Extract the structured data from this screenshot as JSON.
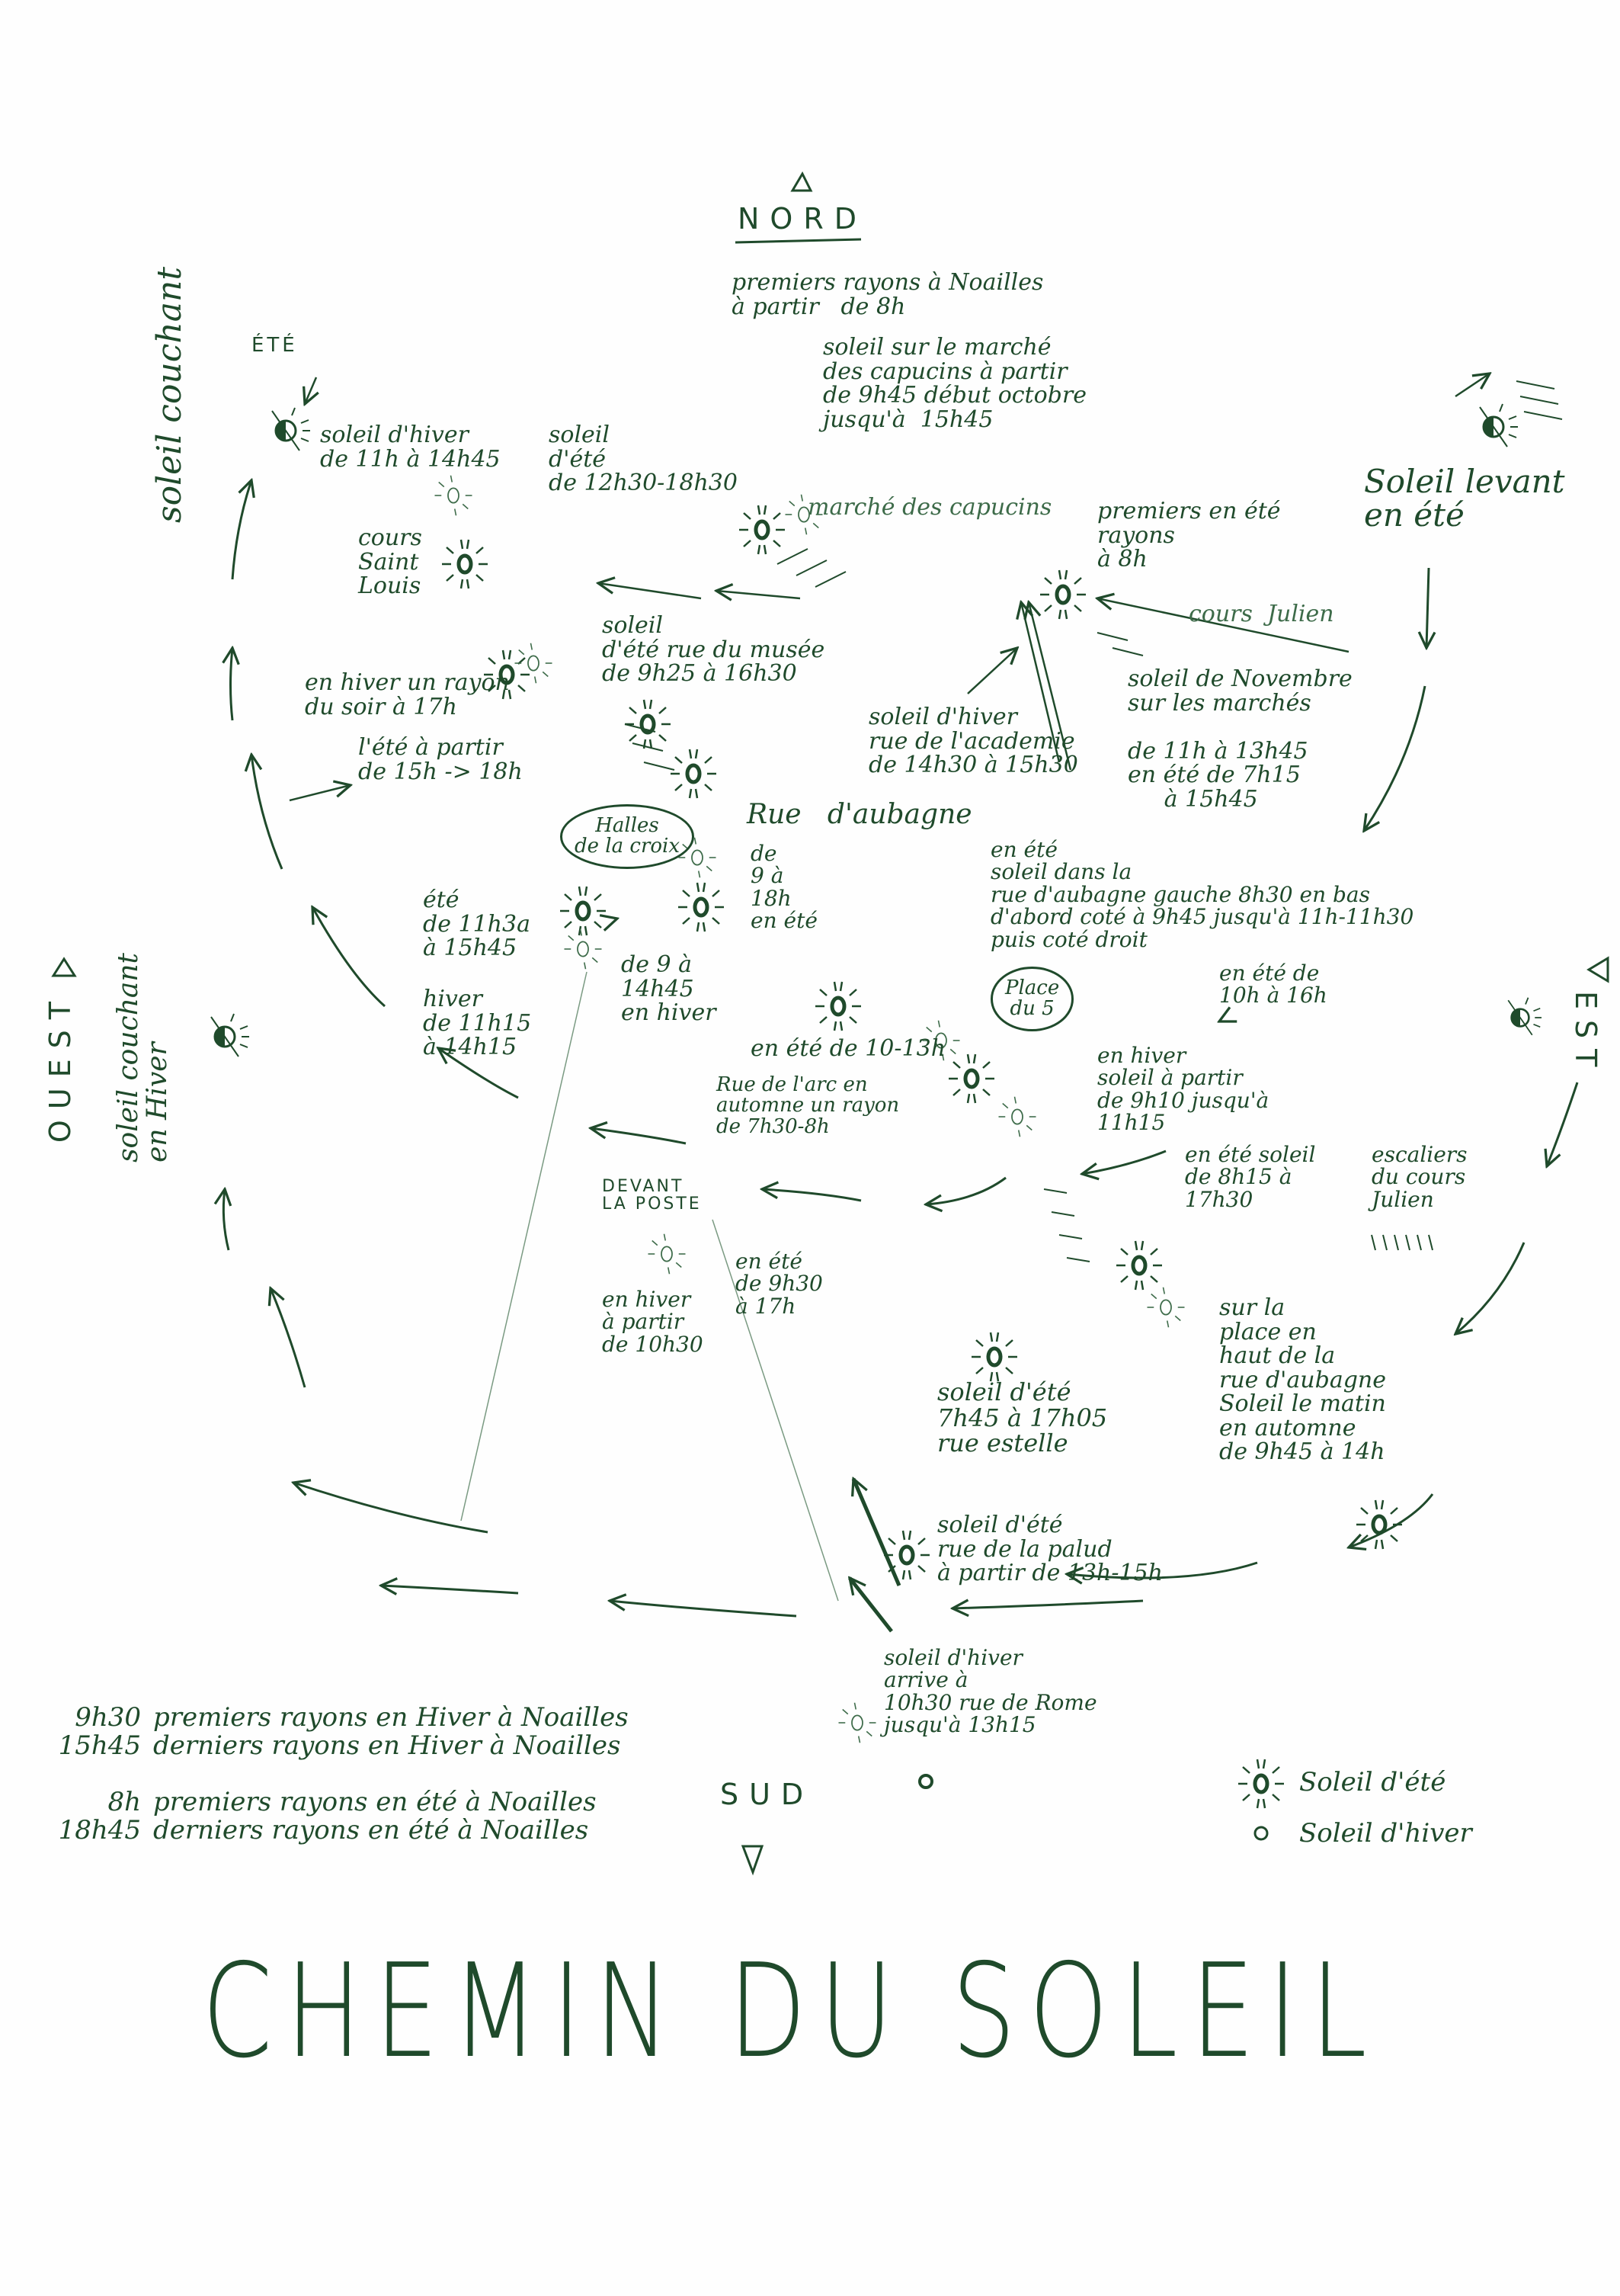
{
  "title": "CHEMIN DU SOLEIL",
  "compass": {
    "north": "NORD",
    "south": "SUD",
    "east": "EST",
    "west": "OUEST"
  },
  "labels": {
    "sunset_summer": "soleil couchant",
    "sunset_summer_season": "ÉTÉ",
    "sunset_winter": "soleil couchant\nen Hiver",
    "sunrise_summer": "Soleil levant\nen été",
    "cours_saint_louis": "cours\nSaint\nLouis",
    "winter_11_1445": "soleil d'hiver\nde 11h à 14h45",
    "summer_1230_1830": "soleil\nd'été\nde 12h30-18h30",
    "first_rays_noailles": "premiers rayons à Noailles\nà partir   de 8h",
    "capucins_market": "soleil sur le marché\ndes capucins à partir\nde 9h45 début octobre\njusqu'à  15h45",
    "marche_capucins": "marché des capucins",
    "first_rays_summer": "premiers en été\nrayons\nà 8h",
    "cours_julien": "cours  Julien",
    "rue_musee": "soleil\nd'été rue du musée\nde 9h25 à 16h30",
    "winter_ray_evening": "en hiver un rayon\ndu soir à 17h",
    "summer_15_18": "l'été à partir\nde 15h -> 18h",
    "november_stairs": "soleil de Novembre\nsur les marchés\n\nde 11h à 13h45\nen été de 7h15\n     à 15h45",
    "rue_academie": "soleil d'hiver\nrue de l'academie\nde 14h30 à 15h30",
    "halles_croix": "Halles\nde la croix",
    "rue_aubagne": "Rue   d'aubagne",
    "summer_9_18": "de\n9 à\n18h\nen été",
    "summer_1130_1545": "été\nde 11h3a\nà 15h45",
    "winter_1115_1415": "hiver\nde 11h15\nà 14h15",
    "winter_9_1445": "de 9 à\n14h45\nen hiver",
    "summer_10_13": "en été de 10-13h",
    "rue_arc": "Rue de l'arc en\nautomne un rayon\nde 7h30-8h",
    "aubagne_summer": "en été\nsoleil dans la\nrue d'aubagne gauche 8h30 en bas\nd'abord coté à 9h45 jusqu'à 11h-11h30\npuis coté droit",
    "summer_10_16": "en été de\n10h à 16h",
    "place_du_5": "Place\ndu 5",
    "winter_910_1115": "en hiver\nsoleil à partir\nde 9h10 jusqu'à\n11h15",
    "summer_815_1730": "en été soleil\nde 8h15 à\n17h30",
    "escaliers_cours_julien": "escaliers\ndu cours\nJulien",
    "devant_la_poste": "DEVANT\nLA POSTE",
    "winter_from_1030": "en hiver\nà partir\nde 10h30",
    "summer_930_17": "en été\nde 9h30\nà 17h",
    "rue_estelle": "soleil d'été\n7h45 à 17h05\nrue estelle",
    "place_haut_aubagne": "sur la\nplace en\nhaut de la\nrue d'aubagne\nSoleil le matin\nen automne\nde 9h45 à 14h",
    "rue_palud": "soleil d'été\nrue de la palud\nà partir de 13h-15h",
    "rue_de_rome": "soleil d'hiver\narrive à\n10h30 rue de Rome\njusqu'à 13h15"
  },
  "notes": [
    {
      "time": "9h30",
      "text": "premiers rayons en Hiver à Noailles"
    },
    {
      "time": "15h45",
      "text": "derniers rayons en Hiver à Noailles"
    },
    {
      "time": "8h",
      "text": "premiers rayons en été à Noailles"
    },
    {
      "time": "18h45",
      "text": "derniers rayons en été à Noailles"
    }
  ],
  "legend": {
    "summer": "Soleil d'été",
    "winter": "Soleil d'hiver"
  },
  "colors": {
    "ink": "#1f4a2b",
    "ink_light": "#3d6b49"
  }
}
